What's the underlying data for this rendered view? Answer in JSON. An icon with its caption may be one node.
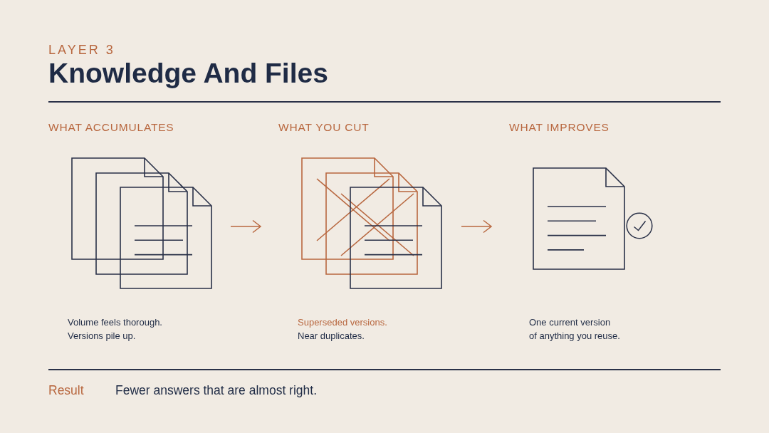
{
  "diagram": {
    "title": "Knowledge And Files",
    "nodes": [
      {
        "text": [
          "WHAT ACCUMULATES",
          "Volume feels thorough.",
          "Versions pile up."
        ]
      },
      {
        "text": [
          "WHAT YOU CUT",
          "Superseded versions.",
          "Near duplicates."
        ]
      },
      {
        "text": [
          "WHAT IMPROVES",
          "One current version of anything you reuse."
        ]
      }
    ],
    "edges": [
      {
        "from": 0,
        "to": 1,
        "arrow": "to"
      },
      {
        "from": 1,
        "to": 2,
        "arrow": "to"
      }
    ],
    "labels": [
      "LAYER 3",
      "Result",
      "Fewer answers that are almost right."
    ]
  }
}
